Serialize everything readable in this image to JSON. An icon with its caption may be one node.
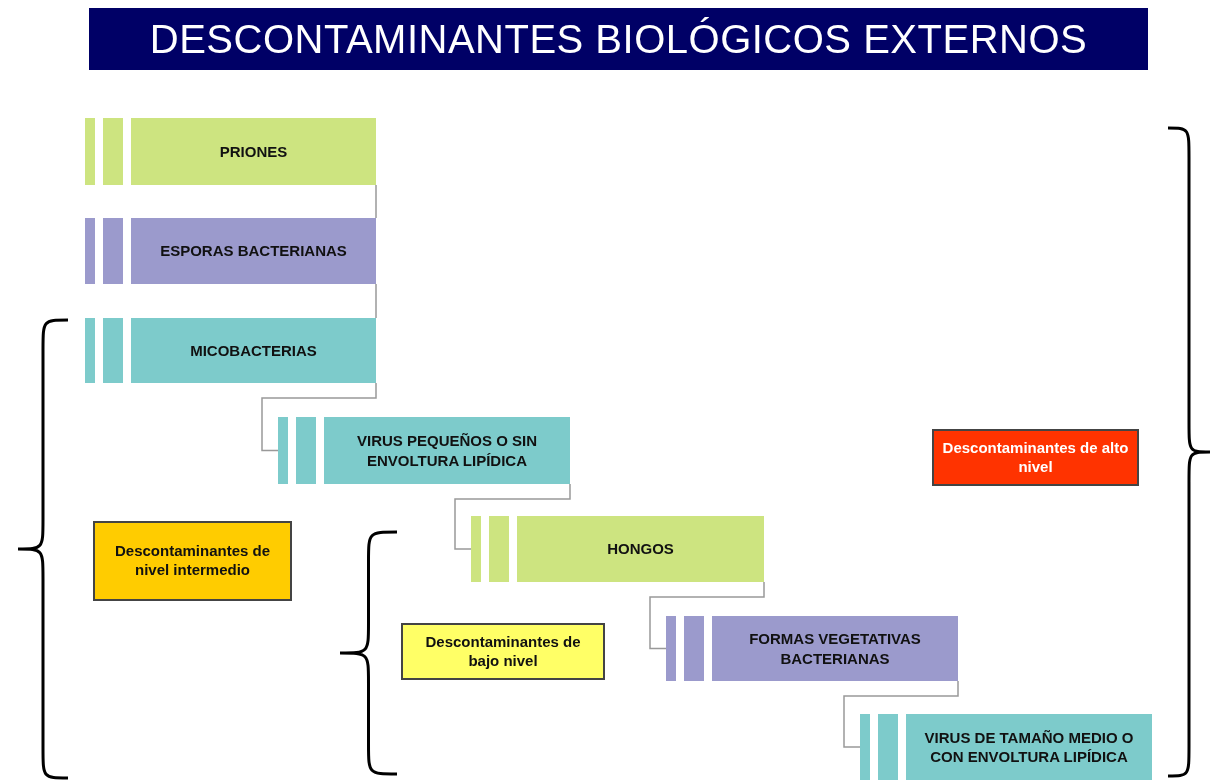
{
  "diagram": {
    "title": "DESCONTAMINANTES BIOLÓGICOS EXTERNOS",
    "nodes": [
      {
        "text": [
          "PRIONES"
        ]
      },
      {
        "text": [
          "ESPORAS BACTERIANAS"
        ]
      },
      {
        "text": [
          "MICOBACTERIAS"
        ]
      },
      {
        "text": [
          "VIRUS PEQUEÑOS O SIN ENVOLTURA LIPÍDICA"
        ]
      },
      {
        "text": [
          "HONGOS"
        ]
      },
      {
        "text": [
          "FORMAS VEGETATIVAS BACTERIANAS"
        ]
      },
      {
        "text": [
          "VIRUS DE TAMAÑO MEDIO O CON ENVOLTURA LIPÍDICA"
        ]
      },
      {
        "text": [
          "Descontaminantes de alto nivel"
        ]
      },
      {
        "text": [
          "Descontaminantes de nivel intermedio"
        ]
      },
      {
        "text": [
          "Descontaminantes de bajo nivel"
        ]
      }
    ],
    "edges": [
      {
        "from": 0,
        "to": 1,
        "arrow": "none"
      },
      {
        "from": 1,
        "to": 2,
        "arrow": "none"
      },
      {
        "from": 2,
        "to": 3,
        "arrow": "none"
      },
      {
        "from": 3,
        "to": 4,
        "arrow": "none"
      },
      {
        "from": 4,
        "to": 5,
        "arrow": "none"
      },
      {
        "from": 5,
        "to": 6,
        "arrow": "none"
      }
    ]
  }
}
